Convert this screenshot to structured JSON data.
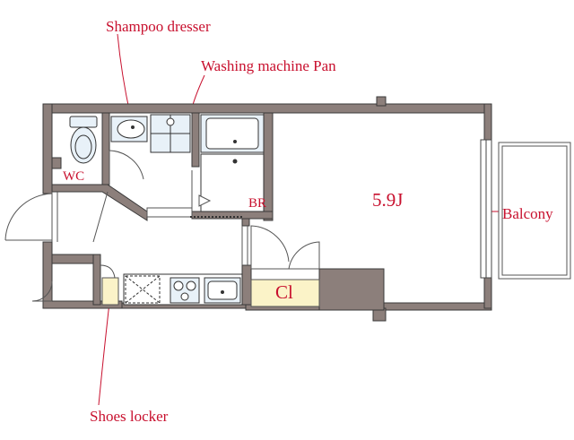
{
  "labels": {
    "shampoo_dresser": "Shampoo dresser",
    "washing_machine_pan": "Washing machine Pan",
    "shoes_locker": "Shoes locker",
    "balcony": "Balcony",
    "wc": "WC",
    "br": "BR",
    "room_size": "5.9J",
    "closet": "Cl"
  },
  "colors": {
    "wall": "#8c7f7b",
    "wall_edge": "#3a3a3a",
    "label": "#c8102e",
    "fixture_fill": "#e8f1f8",
    "closet_fill": "#fbf3c8"
  }
}
